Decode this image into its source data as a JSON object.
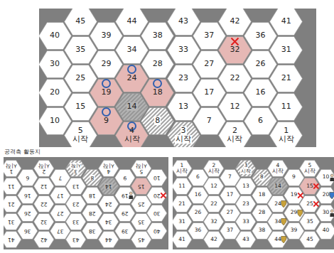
{
  "diagram": {
    "nodes": [
      {
        "text": [
          "45"
        ]
      },
      {
        "text": [
          "44"
        ]
      },
      {
        "text": [
          "43"
        ]
      },
      {
        "text": [
          "42"
        ]
      },
      {
        "text": [
          "41"
        ]
      },
      {
        "text": [
          "40"
        ]
      },
      {
        "text": [
          "39"
        ]
      },
      {
        "text": [
          "38"
        ]
      },
      {
        "text": [
          "37"
        ]
      },
      {
        "text": [
          "36"
        ]
      },
      {
        "text": [
          "35"
        ]
      },
      {
        "text": [
          "34"
        ]
      },
      {
        "text": [
          "33"
        ]
      },
      {
        "text": [
          "32"
        ]
      },
      {
        "text": [
          "31"
        ]
      },
      {
        "text": [
          "30"
        ]
      },
      {
        "text": [
          "29"
        ]
      },
      {
        "text": [
          "28"
        ]
      },
      {
        "text": [
          "27"
        ]
      },
      {
        "text": [
          "26"
        ]
      },
      {
        "text": [
          "25"
        ]
      },
      {
        "text": [
          "24"
        ]
      },
      {
        "text": [
          "23"
        ]
      },
      {
        "text": [
          "22"
        ]
      },
      {
        "text": [
          "21"
        ]
      },
      {
        "text": [
          "20"
        ]
      },
      {
        "text": [
          "19"
        ]
      },
      {
        "text": [
          "18"
        ]
      },
      {
        "text": [
          "17"
        ]
      },
      {
        "text": [
          "16"
        ]
      },
      {
        "text": [
          "15"
        ]
      },
      {
        "text": [
          "14"
        ]
      },
      {
        "text": [
          "13"
        ]
      },
      {
        "text": [
          "12"
        ]
      },
      {
        "text": [
          "11"
        ]
      },
      {
        "text": [
          "10"
        ]
      },
      {
        "text": [
          "9"
        ]
      },
      {
        "text": [
          "8"
        ]
      },
      {
        "text": [
          "7"
        ]
      },
      {
        "text": [
          "6"
        ]
      },
      {
        "text": [
          "5",
          "시작"
        ]
      },
      {
        "text": [
          "4",
          "시작"
        ]
      },
      {
        "text": [
          "3",
          "시작"
        ]
      },
      {
        "text": [
          "2",
          "시작"
        ]
      },
      {
        "text": [
          "1",
          "시작"
        ]
      },
      {
        "text": [
          "1",
          "시작"
        ]
      },
      {
        "text": [
          "2",
          "시작"
        ]
      },
      {
        "text": [
          "3",
          "시작"
        ]
      },
      {
        "text": [
          "4",
          "시작"
        ]
      },
      {
        "text": [
          "5",
          "시작"
        ]
      },
      {
        "text": [
          "6"
        ]
      },
      {
        "text": [
          "7"
        ]
      },
      {
        "text": [
          "8"
        ]
      },
      {
        "text": [
          "9"
        ]
      },
      {
        "text": [
          "10"
        ]
      },
      {
        "text": [
          "11"
        ]
      },
      {
        "text": [
          "12"
        ]
      },
      {
        "text": [
          "13"
        ]
      },
      {
        "text": [
          "14"
        ]
      },
      {
        "text": [
          "15"
        ]
      },
      {
        "text": [
          "16"
        ]
      },
      {
        "text": [
          "17"
        ]
      },
      {
        "text": [
          "18"
        ]
      },
      {
        "text": [
          "19"
        ]
      },
      {
        "text": [
          "20"
        ]
      },
      {
        "text": [
          "21"
        ]
      },
      {
        "text": [
          "22"
        ]
      },
      {
        "text": [
          "23"
        ]
      },
      {
        "text": [
          "24"
        ]
      },
      {
        "text": [
          "25"
        ]
      },
      {
        "text": [
          "26"
        ]
      },
      {
        "text": [
          "27"
        ]
      },
      {
        "text": [
          "28"
        ]
      },
      {
        "text": [
          "29"
        ]
      },
      {
        "text": [
          "30"
        ]
      },
      {
        "text": [
          "31"
        ]
      },
      {
        "text": [
          "32"
        ]
      },
      {
        "text": [
          "33"
        ]
      },
      {
        "text": [
          "34"
        ]
      },
      {
        "text": [
          "35"
        ]
      },
      {
        "text": [
          "36"
        ]
      },
      {
        "text": [
          "37"
        ]
      },
      {
        "text": [
          "38"
        ]
      },
      {
        "text": [
          "39"
        ]
      },
      {
        "text": [
          "40"
        ]
      },
      {
        "text": [
          "41"
        ]
      },
      {
        "text": [
          "42"
        ]
      },
      {
        "text": [
          "43"
        ]
      },
      {
        "text": [
          "44"
        ]
      },
      {
        "text": [
          "45"
        ]
      },
      {
        "text": [
          "1",
          "시작"
        ]
      },
      {
        "text": [
          "2",
          "시작"
        ]
      },
      {
        "text": [
          "3",
          "시작"
        ]
      },
      {
        "text": [
          "4",
          "시작"
        ]
      },
      {
        "text": [
          "5",
          "시작"
        ]
      },
      {
        "text": [
          "6"
        ]
      },
      {
        "text": [
          "7"
        ]
      },
      {
        "text": [
          "8"
        ]
      },
      {
        "text": [
          "9"
        ]
      },
      {
        "text": [
          "10"
        ]
      },
      {
        "text": [
          "11"
        ]
      },
      {
        "text": [
          "12"
        ]
      },
      {
        "text": [
          "13"
        ]
      },
      {
        "text": [
          "14"
        ]
      },
      {
        "text": [
          "15"
        ]
      },
      {
        "text": [
          "16"
        ]
      },
      {
        "text": [
          "17"
        ]
      },
      {
        "text": [
          "18"
        ]
      },
      {
        "text": [
          "19"
        ]
      },
      {
        "text": [
          "20"
        ]
      },
      {
        "text": [
          "21"
        ]
      },
      {
        "text": [
          "22"
        ]
      },
      {
        "text": [
          "23"
        ]
      },
      {
        "text": [
          "24"
        ]
      },
      {
        "text": [
          "25"
        ]
      },
      {
        "text": [
          "26"
        ]
      },
      {
        "text": [
          "27"
        ]
      },
      {
        "text": [
          "28"
        ]
      },
      {
        "text": [
          "29"
        ]
      },
      {
        "text": [
          "30"
        ]
      },
      {
        "text": [
          "31"
        ]
      },
      {
        "text": [
          "32"
        ]
      },
      {
        "text": [
          "33"
        ]
      },
      {
        "text": [
          "34"
        ]
      },
      {
        "text": [
          "35"
        ]
      },
      {
        "text": [
          "36"
        ]
      },
      {
        "text": [
          "37"
        ]
      },
      {
        "text": [
          "38"
        ]
      },
      {
        "text": [
          "39"
        ]
      },
      {
        "text": [
          "40"
        ]
      },
      {
        "text": [
          "41"
        ]
      },
      {
        "text": [
          "42"
        ]
      },
      {
        "text": [
          "43"
        ]
      },
      {
        "text": [
          "44"
        ]
      },
      {
        "text": [
          "45"
        ]
      }
    ],
    "labels": [
      "공격측 활동지"
    ]
  }
}
